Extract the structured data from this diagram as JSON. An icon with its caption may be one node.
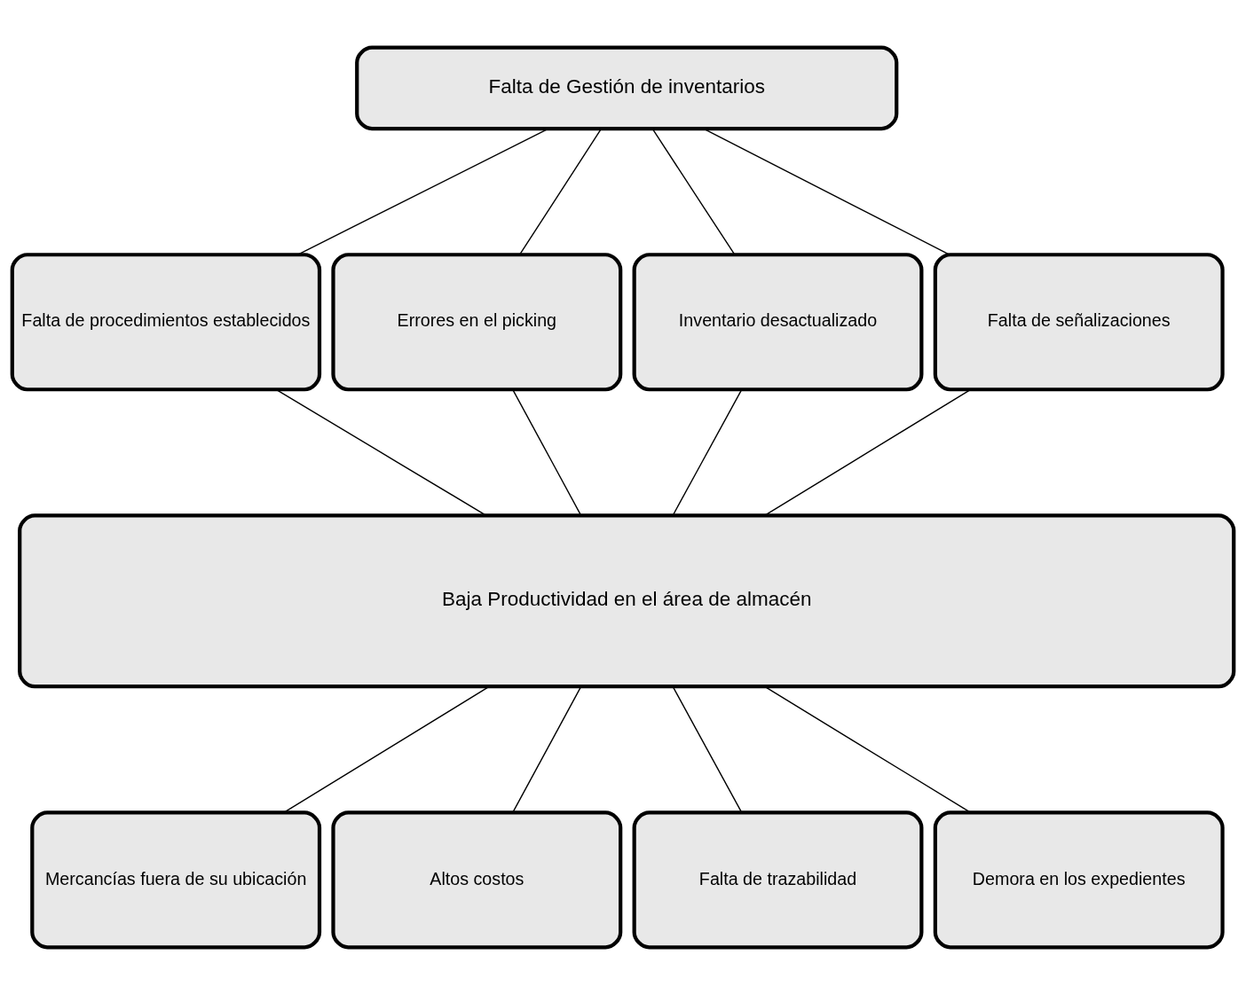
{
  "diagram": {
    "nodes": [
      {
        "text": [
          "Falta de Gestión de inventarios"
        ]
      },
      {
        "text": [
          "Falta de procedimientos establecidos"
        ]
      },
      {
        "text": [
          "Errores en el picking"
        ]
      },
      {
        "text": [
          "Inventario desactualizado"
        ]
      },
      {
        "text": [
          "Falta de señalizaciones"
        ]
      },
      {
        "text": [
          "Baja Productividad en el área de almacén"
        ]
      },
      {
        "text": [
          "Mercancías fuera de su ubicación"
        ]
      },
      {
        "text": [
          "Altos costos"
        ]
      },
      {
        "text": [
          "Falta de trazabilidad"
        ]
      },
      {
        "text": [
          "Demora en los expedientes"
        ]
      }
    ],
    "edges": [
      {
        "from": 0,
        "to": 1,
        "arrow": "none"
      },
      {
        "from": 0,
        "to": 2,
        "arrow": "none"
      },
      {
        "from": 0,
        "to": 3,
        "arrow": "none"
      },
      {
        "from": 0,
        "to": 4,
        "arrow": "none"
      },
      {
        "from": 1,
        "to": 5,
        "arrow": "none"
      },
      {
        "from": 2,
        "to": 5,
        "arrow": "none"
      },
      {
        "from": 3,
        "to": 5,
        "arrow": "none"
      },
      {
        "from": 4,
        "to": 5,
        "arrow": "none"
      },
      {
        "from": 5,
        "to": 6,
        "arrow": "none"
      },
      {
        "from": 5,
        "to": 7,
        "arrow": "none"
      },
      {
        "from": 5,
        "to": 8,
        "arrow": "none"
      },
      {
        "from": 5,
        "to": 9,
        "arrow": "none"
      }
    ]
  }
}
